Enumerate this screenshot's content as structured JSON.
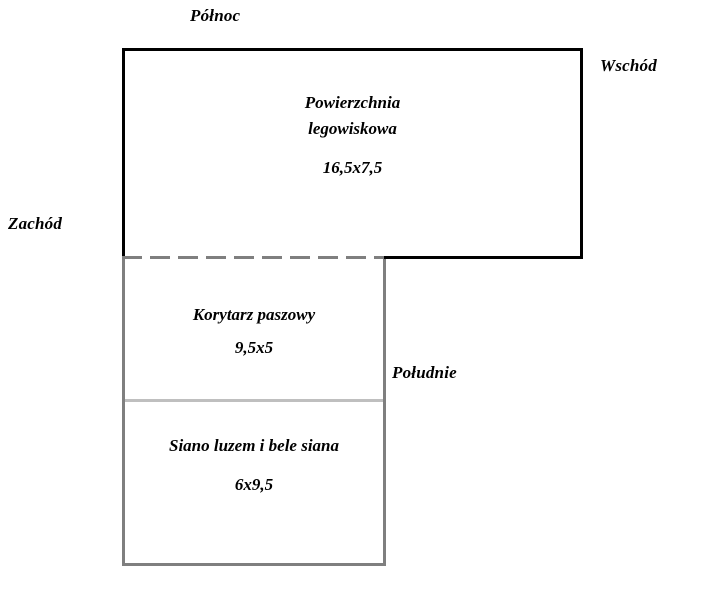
{
  "compass": {
    "north": "Północ",
    "east": "Wschód",
    "west": "Zachód",
    "south": "Południe"
  },
  "rooms": [
    {
      "id": "main",
      "name_line_1": "Powierzchnia",
      "name_line_2": "legowiskowa",
      "dimensions": "16,5x7,5",
      "outline_color": "#000000"
    },
    {
      "id": "corridor",
      "name_line_1": "Korytarz paszowy",
      "dimensions": "9,5x5",
      "outline_color": "#7f7f7f"
    },
    {
      "id": "hay",
      "name_line_1": "Siano luzem i bele siana",
      "dimensions": "6x9,5",
      "outline_color": "#7f7f7f"
    }
  ],
  "walls": {
    "dashed_divider_color": "#7f7f7f",
    "partition_color": "#bfbfbf"
  }
}
